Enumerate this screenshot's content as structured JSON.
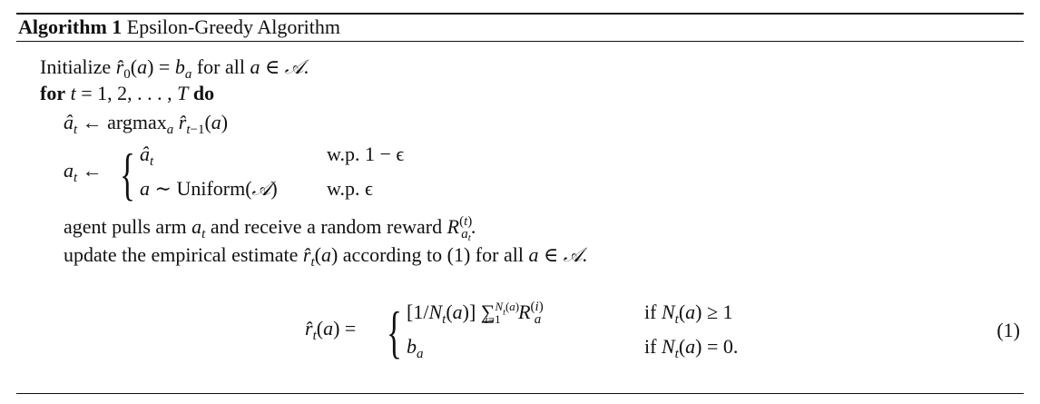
{
  "algorithm": {
    "label": "Algorithm 1",
    "title": "Epsilon-Greedy Algorithm"
  },
  "lines": {
    "init_word": "Initialize",
    "init_tail": "for all",
    "for_kw": "for",
    "do_kw": "do",
    "argmax": "argmax",
    "wp1": "w.p. 1 − ϵ",
    "wp2": "w.p. ϵ",
    "uniform": "Uniform",
    "pull_text": "agent pulls arm",
    "pull_text2": "and receive a random reward",
    "update_text": "update the empirical estimate",
    "update_text2": "according to (1) for all"
  },
  "equation": {
    "case1_cond": "if",
    "case2_cond": "if",
    "number": "(1)"
  }
}
